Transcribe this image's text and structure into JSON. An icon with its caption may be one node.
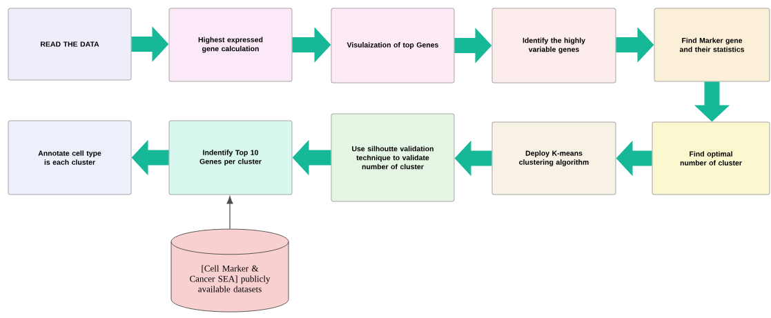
{
  "diagram": {
    "nodes": [
      {
        "text": [
          "READ THE DATA"
        ]
      },
      {
        "text": [
          "Highest expressed gene calculation"
        ]
      },
      {
        "text": [
          "Visulaization of top Genes"
        ]
      },
      {
        "text": [
          "Identify the highly variable genes"
        ]
      },
      {
        "text": [
          "Find Marker gene and their statistics"
        ]
      },
      {
        "text": [
          "Find optimal number of cluster"
        ]
      },
      {
        "text": [
          "Deploy K-means clustering algorithm"
        ]
      },
      {
        "text": [
          "Use silhoutte validation technique to validate number of cluster"
        ]
      },
      {
        "text": [
          "Indentify Top 10 Genes per cluster"
        ]
      },
      {
        "text": [
          "Annotate cell type is each cluster"
        ]
      },
      {
        "text": [
          "[Cell Marker & Cancer SEA] publicly available datasets"
        ]
      }
    ],
    "edges": [
      {
        "from": 0,
        "to": 1,
        "arrow": "to"
      },
      {
        "from": 1,
        "to": 2,
        "arrow": "to"
      },
      {
        "from": 2,
        "to": 3,
        "arrow": "to"
      },
      {
        "from": 3,
        "to": 4,
        "arrow": "to"
      },
      {
        "from": 4,
        "to": 5,
        "arrow": "to"
      },
      {
        "from": 5,
        "to": 6,
        "arrow": "to"
      },
      {
        "from": 6,
        "to": 7,
        "arrow": "to"
      },
      {
        "from": 7,
        "to": 8,
        "arrow": "to"
      },
      {
        "from": 8,
        "to": 9,
        "arrow": "to"
      },
      {
        "from": 10,
        "to": 8,
        "arrow": "to",
        "color": "#4c4c4c"
      }
    ]
  }
}
